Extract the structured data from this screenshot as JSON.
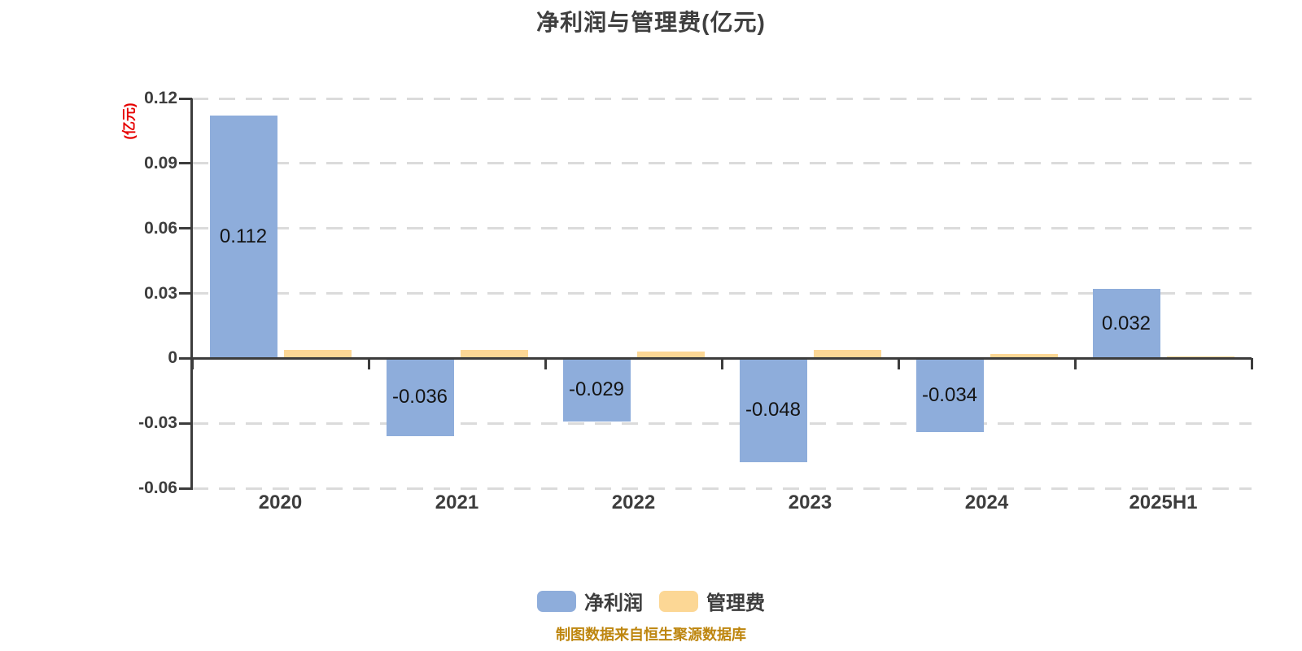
{
  "title": "净利润与管理费(亿元)",
  "y_axis_name": "(亿元)",
  "footer": "制图数据来自恒生聚源数据库",
  "legend": [
    {
      "label": "净利润",
      "color": "#8eaddb"
    },
    {
      "label": "管理费",
      "color": "#fcd795"
    }
  ],
  "colors": {
    "net_profit_bar": "#8eaddb",
    "management_fee_bar": "#fcd795",
    "axis": "#3c3c3c",
    "gridline": "#dbdbdb",
    "tick_text": "#3d3d3d",
    "bar_label_text": "#141414",
    "y_axis_name_text": "#e60000",
    "footer_text": "#be860f"
  },
  "chart_data": {
    "type": "bar",
    "title": "净利润与管理费(亿元)",
    "categories": [
      "2020",
      "2021",
      "2022",
      "2023",
      "2024",
      "2025H1"
    ],
    "series": [
      {
        "name": "净利润",
        "color": "#8eaddb",
        "values": [
          0.112,
          -0.036,
          -0.029,
          -0.048,
          -0.034,
          0.032
        ],
        "labels": [
          "0.112",
          "-0.036",
          "-0.029",
          "-0.048",
          "-0.034",
          "0.032"
        ]
      },
      {
        "name": "管理费",
        "color": "#fcd795",
        "values": [
          0.004,
          0.004,
          0.003,
          0.004,
          0.002,
          0.001
        ],
        "labels": null
      }
    ],
    "xlabel": "",
    "ylabel": "(亿元)",
    "ylim": [
      -0.06,
      0.12
    ],
    "y_ticks": [
      0.12,
      0.09,
      0.06,
      0.03,
      0,
      -0.03,
      -0.06
    ],
    "y_tick_labels": [
      "0.12",
      "0.09",
      "0.06",
      "0.03",
      "0",
      "-0.03",
      "-0.06"
    ],
    "grid": "dashed-horizontal",
    "legend_position": "bottom"
  }
}
